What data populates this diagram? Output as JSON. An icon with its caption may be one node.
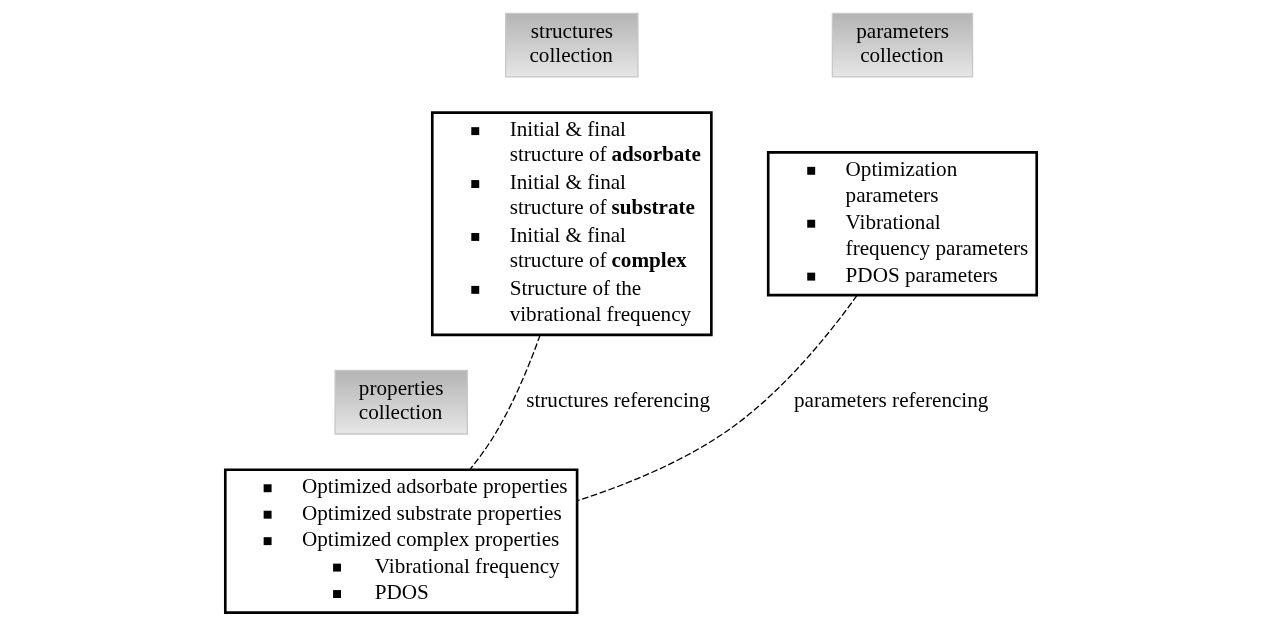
{
  "diagram": {
    "nodes": [
      {
        "text": [
          "structures collection"
        ]
      },
      {
        "text": [
          "Initial & final structure of **adsorbate**",
          "Initial & final structure of **substrate**",
          "Initial & final structure of **complex**",
          "Structure of the vibrational frequency"
        ]
      },
      {
        "text": [
          "parameters collection"
        ]
      },
      {
        "text": [
          "Optimization parameters",
          "Vibrational frequency parameters",
          "PDOS parameters"
        ]
      },
      {
        "text": [
          "properties collection"
        ]
      },
      {
        "text": [
          "Optimized adsorbate properties",
          "Optimized substrate properties",
          "Optimized complex properties",
          "Vibrational frequency",
          "PDOS"
        ]
      }
    ],
    "edges": [
      {
        "from": 1,
        "to": 5,
        "arrow": "none",
        "label": "structures referencing",
        "style": "dashed"
      },
      {
        "from": 3,
        "to": 5,
        "arrow": "none",
        "label": "parameters referencing",
        "style": "dashed"
      }
    ]
  }
}
